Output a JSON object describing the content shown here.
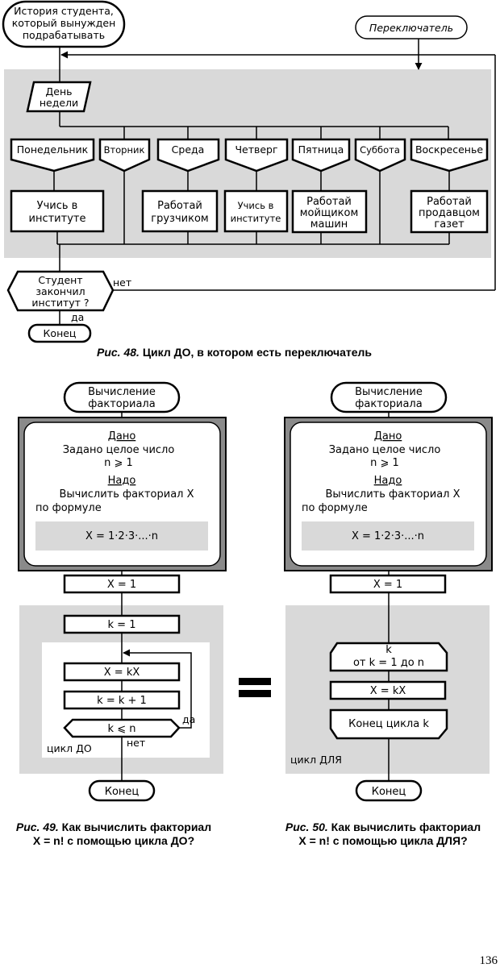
{
  "fig48": {
    "start_line1": "История студента,",
    "start_line2": "который вынужден",
    "start_line3": "подрабатывать",
    "switch_label": "Переключатель",
    "day_line1": "День",
    "day_line2": "недели",
    "days": [
      "Понедельник",
      "Вторник",
      "Среда",
      "Четверг",
      "Пятница",
      "Суббота",
      "Воскресенье"
    ],
    "act_study1": [
      "Учись в",
      "институте"
    ],
    "act_loader": [
      "Работай",
      "грузчиком"
    ],
    "act_study2": [
      "Учись в",
      "институте"
    ],
    "act_washer": [
      "Работай",
      "мойщиком",
      "машин"
    ],
    "act_seller": [
      "Работай",
      "продавцом",
      "газет"
    ],
    "cond": [
      "Студент",
      "закончил",
      "институт ?"
    ],
    "no": "нет",
    "yes": "да",
    "end": "Конец",
    "caption_num": "Рис. 48.",
    "caption_text": "Цикл ДО, в котором есть переключатель"
  },
  "fig49": {
    "start": [
      "Вычисление",
      "факториала"
    ],
    "given_h": "Дано",
    "given1": "Задано целое число",
    "given2": "n ⩾ 1",
    "need_h": "Надо",
    "need1": "Вычислить факториал X",
    "need2": "по формуле",
    "formula": "X = 1·2·3·...·n",
    "init_x": "X = 1",
    "init_k": "k = 1",
    "mult": "X = kX",
    "inc": "k = k + 1",
    "cond": "k ⩽ n",
    "yes": "да",
    "no": "нет",
    "loop_label": "цикл ДО",
    "end": "Конец",
    "caption_num": "Рис. 49.",
    "caption_text1": "Как вычислить факториал",
    "caption_text2": "X = n! с помощью цикла ДО?"
  },
  "fig50": {
    "start": [
      "Вычисление",
      "факториала"
    ],
    "given_h": "Дано",
    "given1": "Задано целое число",
    "given2": "n ⩾ 1",
    "need_h": "Надо",
    "need1": "Вычислить факториал X",
    "need2": "по формуле",
    "formula": "X = 1·2·3·...·n",
    "init_x": "X = 1",
    "loop_head1": "k",
    "loop_head2": "от k = 1 до n",
    "mult": "X = kX",
    "loop_end": "Конец цикла k",
    "loop_label": "цикл ДЛЯ",
    "end": "Конец",
    "caption_num": "Рис. 50.",
    "caption_text1": "Как вычислить факториал",
    "caption_text2": "X = n! с помощью цикла ДЛЯ?"
  },
  "page_number": "136",
  "colors": {
    "panel": "#d9d9d9",
    "ink": "#000000",
    "paper": "#ffffff"
  }
}
